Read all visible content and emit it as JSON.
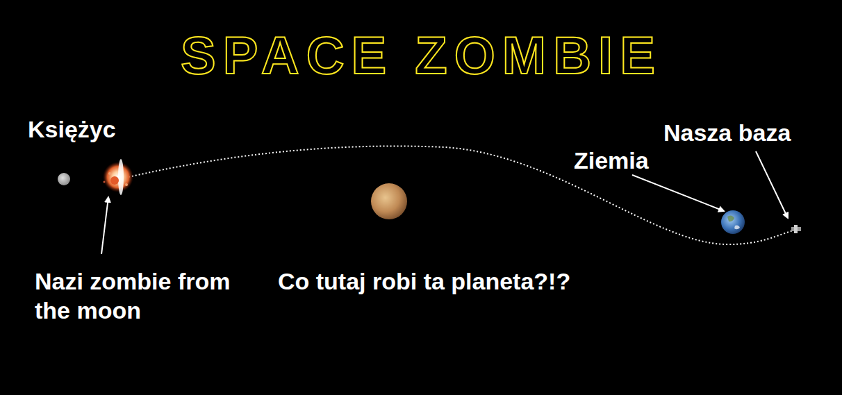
{
  "diagram": {
    "title": "SPACE ZOMBIE",
    "labels": [
      "Księżyc",
      "Nasza baza",
      "Ziemia",
      "Nazi zombie from the moon",
      "Co tutaj robi ta planeta?!?"
    ]
  }
}
